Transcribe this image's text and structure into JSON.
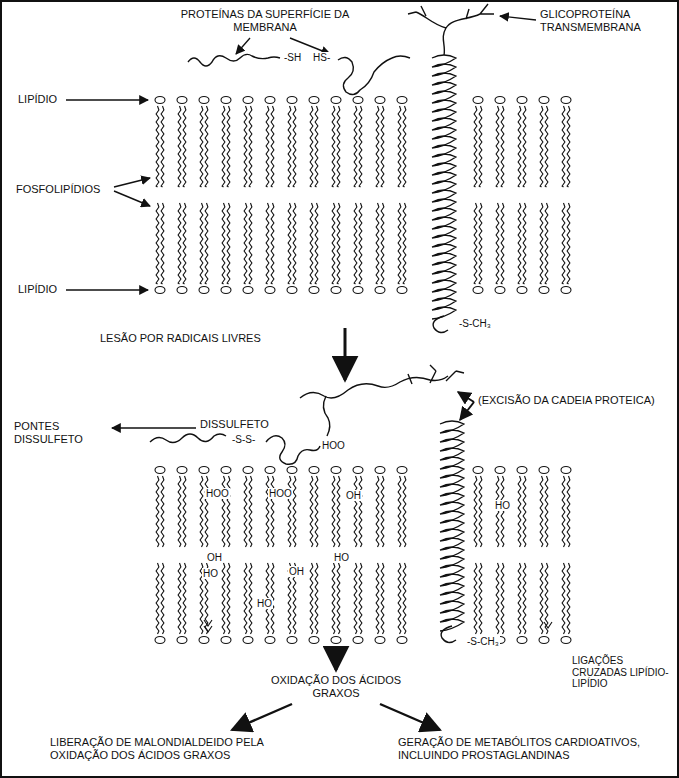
{
  "diagram": {
    "labels": [
      "PROTEÍNAS DA SUPERFÍCIE DA MEMBRANA",
      "GLICOPROTEÍNA TRANSMEMBRANA",
      "-SH",
      "HS-",
      "LIPÍDIO",
      "FOSFOLIPÍDIOS",
      "LIPÍDIO",
      "-S-CH₃",
      "LESÃO POR RADICAIS LIVRES",
      "PONTES DISSULFETO",
      "DISSULFETO",
      "-S-S-",
      "(EXCISÃO DA CADEIA PROTEICA)",
      "HOO",
      "HOO",
      "HOO",
      "OH",
      "HO",
      "OH",
      "HO",
      "OH",
      "HO",
      "HO",
      "-S-CH₃",
      "OXIDAÇÃO DOS ÁCIDOS GRAXOS",
      "LIGAÇÕES CRUZADAS LIPÍDIO-LIPÍDIO",
      "LIBERAÇÃO DE MALONDIALDEIDO PELA OXIDAÇÃO DOS ÁCIDOS GRAXOS",
      "GERAÇÃO DE METABÓLITOS CARDIOATIVOS, INCLUINDO PROSTAGLANDINAS"
    ]
  }
}
